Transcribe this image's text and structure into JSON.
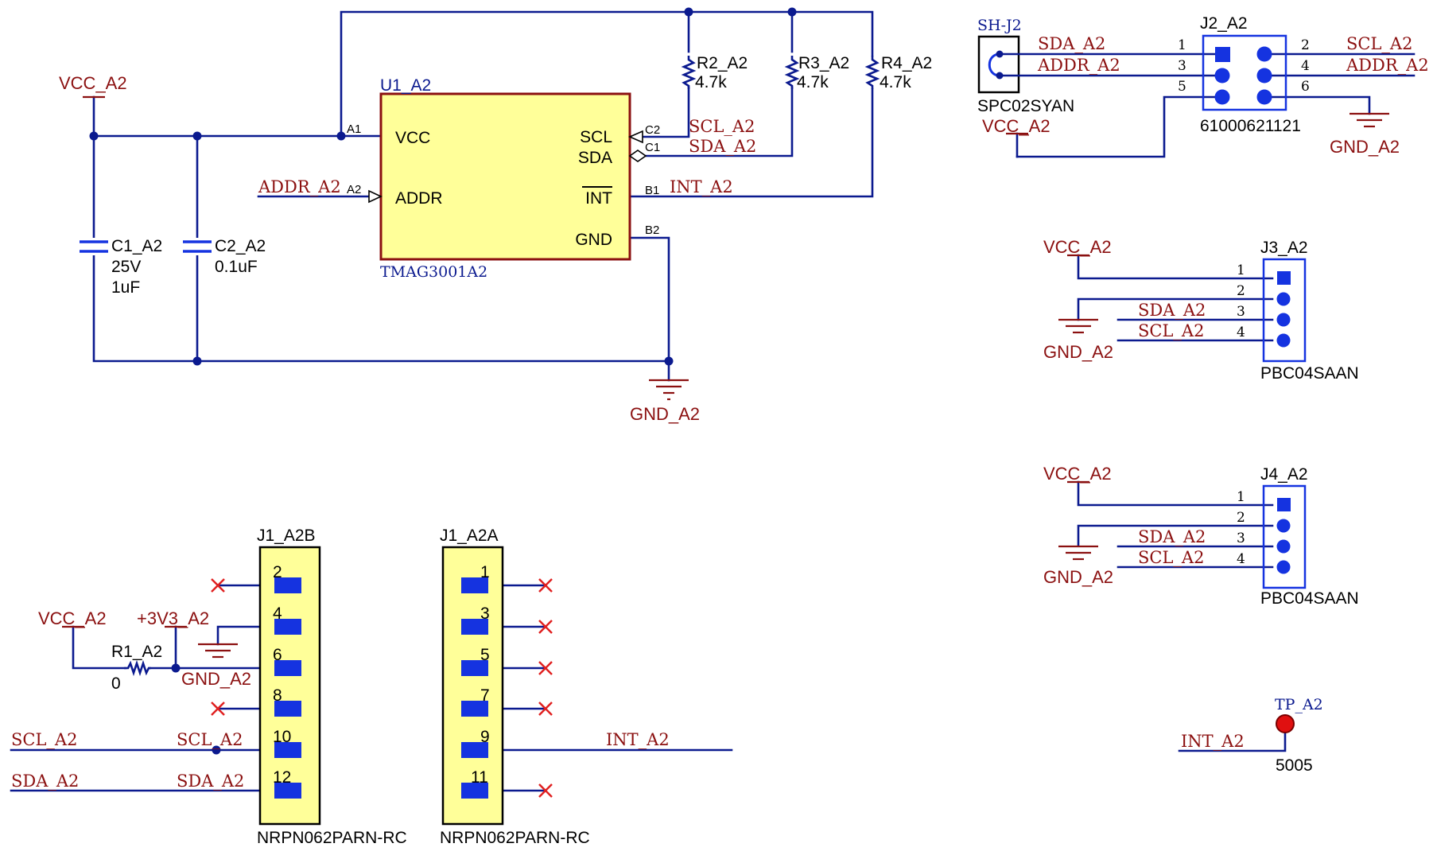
{
  "u1": {
    "ref": "U1_A2",
    "part": "TMAG3001A2",
    "pins": {
      "vcc": "VCC",
      "addr": "ADDR",
      "scl": "SCL",
      "sda": "SDA",
      "int": "INT",
      "gnd": "GND"
    },
    "pin_numbers": {
      "a1": "A1",
      "a2": "A2",
      "c2": "C2",
      "c1": "C1",
      "b1": "B1",
      "b2": "B2"
    }
  },
  "resistors": [
    {
      "ref": "R2_A2",
      "value": "4.7k"
    },
    {
      "ref": "R3_A2",
      "value": "4.7k"
    },
    {
      "ref": "R4_A2",
      "value": "4.7k"
    },
    {
      "ref": "R1_A2",
      "value": "0"
    }
  ],
  "capacitors": [
    {
      "ref": "C1_A2",
      "rating": "25V",
      "value": "1uF"
    },
    {
      "ref": "C2_A2",
      "value": "0.1uF"
    }
  ],
  "nets": {
    "vcc": "VCC_A2",
    "gnd": "GND_A2",
    "addr": "ADDR_A2",
    "scl": "SCL_A2",
    "sda": "SDA_A2",
    "int": "INT_A2",
    "v3v3": "+3V3_A2"
  },
  "j2": {
    "ref": "J2_A2",
    "part": "61000621121",
    "pins": [
      "1",
      "2",
      "3",
      "4",
      "5",
      "6"
    ],
    "shunt_ref": "SH-J2",
    "shunt_part": "SPC02SYAN"
  },
  "j3": {
    "ref": "J3_A2",
    "part": "PBC04SAAN",
    "pins": [
      "1",
      "2",
      "3",
      "4"
    ]
  },
  "j4": {
    "ref": "J4_A2",
    "part": "PBC04SAAN",
    "pins": [
      "1",
      "2",
      "3",
      "4"
    ]
  },
  "j1b": {
    "ref": "J1_A2B",
    "part": "NRPN062PARN-RC",
    "pins": [
      "2",
      "4",
      "6",
      "8",
      "10",
      "12"
    ]
  },
  "j1a": {
    "ref": "J1_A2A",
    "part": "NRPN062PARN-RC",
    "pins": [
      "1",
      "3",
      "5",
      "7",
      "9",
      "11"
    ]
  },
  "tp": {
    "ref": "TP_A2",
    "part": "5005"
  },
  "colors": {
    "wire": "#0b1a8f",
    "net_label": "#8b1010",
    "pad": "#1533e0",
    "body_fill": "#ffff99",
    "no_connect": "#e02020"
  }
}
